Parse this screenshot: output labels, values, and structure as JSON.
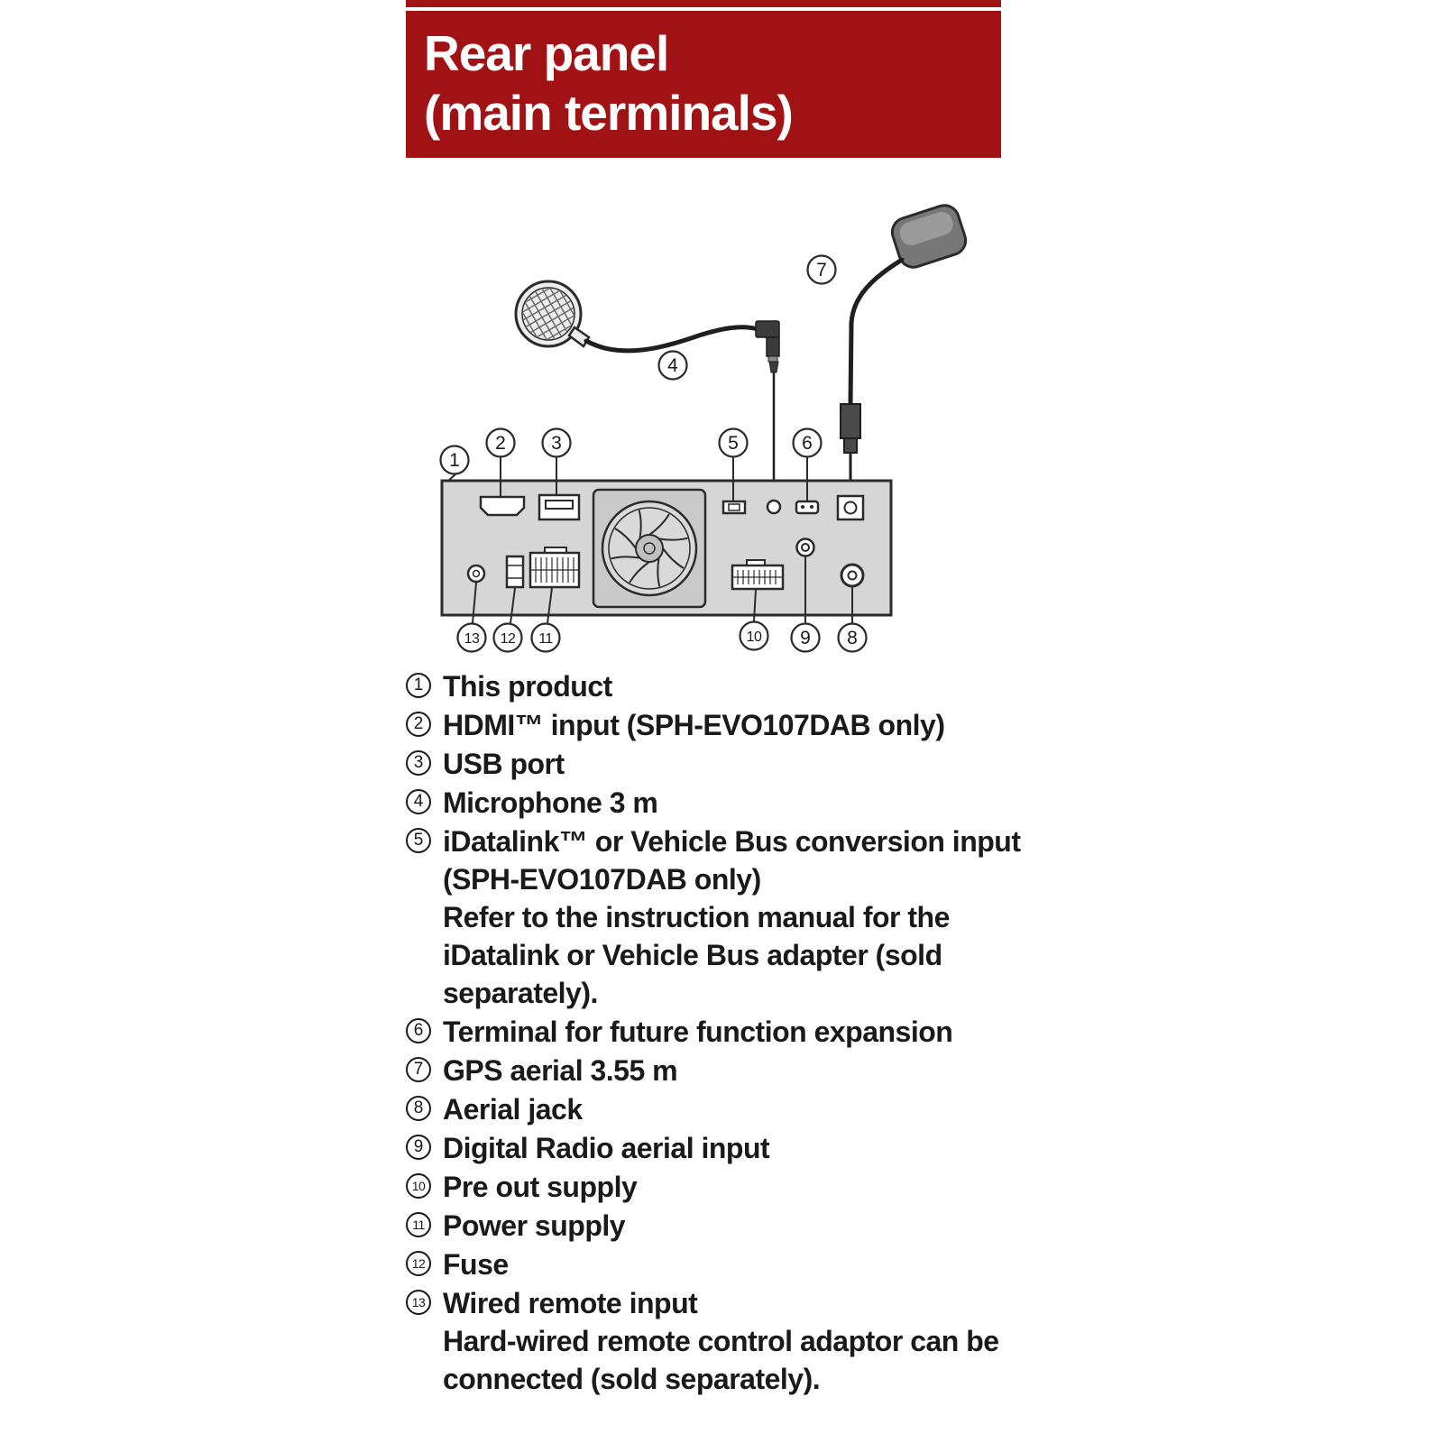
{
  "header": {
    "line1": "Rear panel",
    "line2": "(main terminals)"
  },
  "diagram": {
    "accent_red": "#a11215",
    "panel_gray": "#d6d6d6",
    "callouts": {
      "c1": "1",
      "c2": "2",
      "c3": "3",
      "c4": "4",
      "c5": "5",
      "c6": "6",
      "c7": "7",
      "c8": "8",
      "c9": "9",
      "c10": "10",
      "c11": "11",
      "c12": "12",
      "c13": "13"
    }
  },
  "legend": {
    "items": [
      {
        "num": "1",
        "text": "This product"
      },
      {
        "num": "2",
        "text": "HDMI™ input (SPH-EVO107DAB only)"
      },
      {
        "num": "3",
        "text": "USB port"
      },
      {
        "num": "4",
        "text": "Microphone 3 m"
      },
      {
        "num": "5",
        "text": "iDatalink™ or Vehicle Bus conversion input (SPH-EVO107DAB only)",
        "note": "Refer to the instruction manual for the iDatalink or Vehicle Bus adapter (sold separately)."
      },
      {
        "num": "6",
        "text": "Terminal for future function expansion"
      },
      {
        "num": "7",
        "text": "GPS aerial 3.55 m"
      },
      {
        "num": "8",
        "text": "Aerial jack"
      },
      {
        "num": "9",
        "text": "Digital Radio aerial input"
      },
      {
        "num": "10",
        "text": "Pre out supply"
      },
      {
        "num": "11",
        "text": "Power supply"
      },
      {
        "num": "12",
        "text": "Fuse"
      },
      {
        "num": "13",
        "text": "Wired remote input",
        "note": "Hard-wired remote control adaptor can be connected (sold separately)."
      }
    ]
  }
}
